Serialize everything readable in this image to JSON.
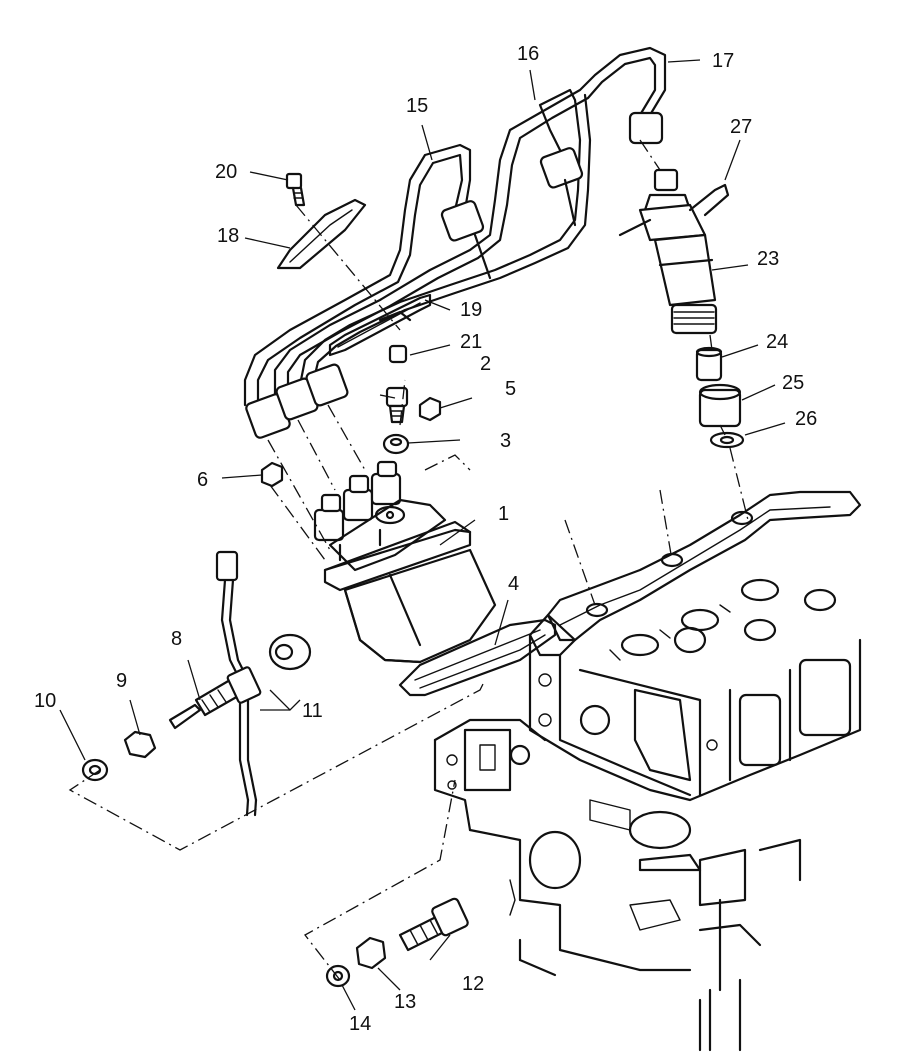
{
  "callouts": [
    {
      "id": "1",
      "label": "1"
    },
    {
      "id": "2",
      "label": "2"
    },
    {
      "id": "3",
      "label": "3"
    },
    {
      "id": "4",
      "label": "4"
    },
    {
      "id": "5",
      "label": "5"
    },
    {
      "id": "6",
      "label": "6"
    },
    {
      "id": "8",
      "label": "8"
    },
    {
      "id": "9",
      "label": "9"
    },
    {
      "id": "10",
      "label": "10"
    },
    {
      "id": "11",
      "label": "11"
    },
    {
      "id": "12",
      "label": "12"
    },
    {
      "id": "13",
      "label": "13"
    },
    {
      "id": "14",
      "label": "14"
    },
    {
      "id": "15",
      "label": "15"
    },
    {
      "id": "16",
      "label": "16"
    },
    {
      "id": "17",
      "label": "17"
    },
    {
      "id": "18",
      "label": "18"
    },
    {
      "id": "19",
      "label": "19"
    },
    {
      "id": "20",
      "label": "20"
    },
    {
      "id": "21",
      "label": "21"
    },
    {
      "id": "23",
      "label": "23"
    },
    {
      "id": "24",
      "label": "24"
    },
    {
      "id": "25",
      "label": "25"
    },
    {
      "id": "26",
      "label": "26"
    },
    {
      "id": "27",
      "label": "27"
    }
  ]
}
